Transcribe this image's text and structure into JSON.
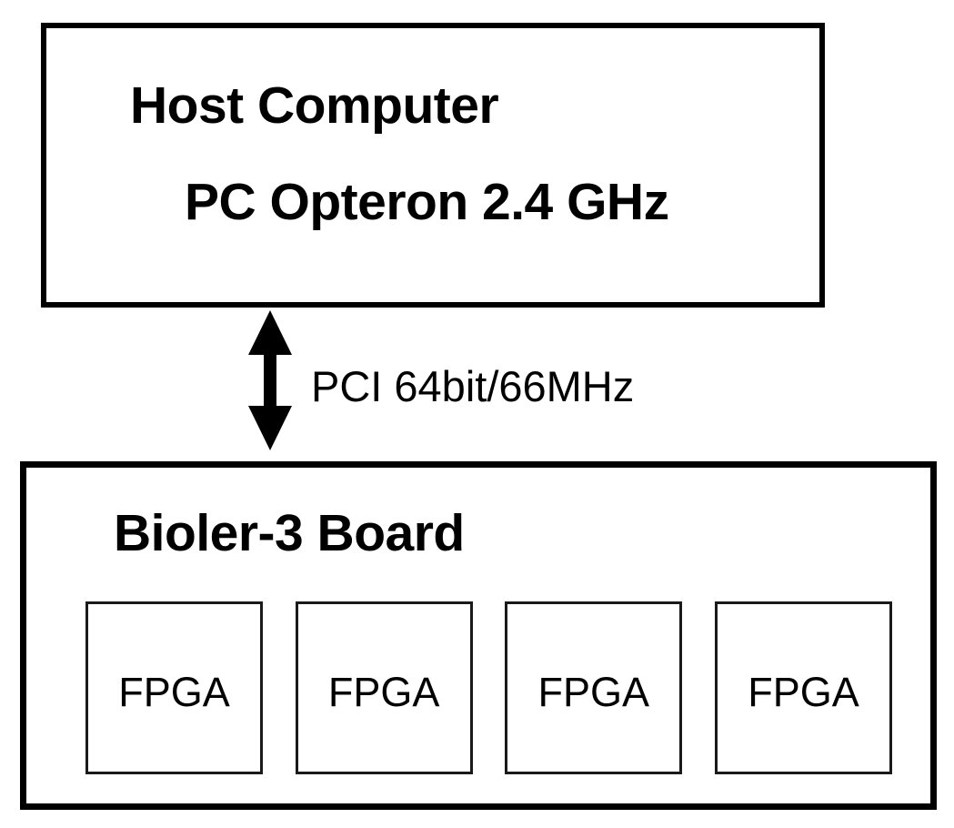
{
  "diagram": {
    "kind": "system-block-diagram",
    "background_color": "#ffffff",
    "line_color": "#000000"
  },
  "host": {
    "title": "Host Computer",
    "subtitle": "PC Opteron 2.4 GHz"
  },
  "bus": {
    "label": "PCI  64bit/66MHz",
    "arrow_icon": "double-headed-vertical-arrow-icon",
    "direction": "bidirectional"
  },
  "board": {
    "title": "Bioler-3 Board",
    "chips": [
      {
        "label": "FPGA"
      },
      {
        "label": "FPGA"
      },
      {
        "label": "FPGA"
      },
      {
        "label": "FPGA"
      }
    ]
  }
}
